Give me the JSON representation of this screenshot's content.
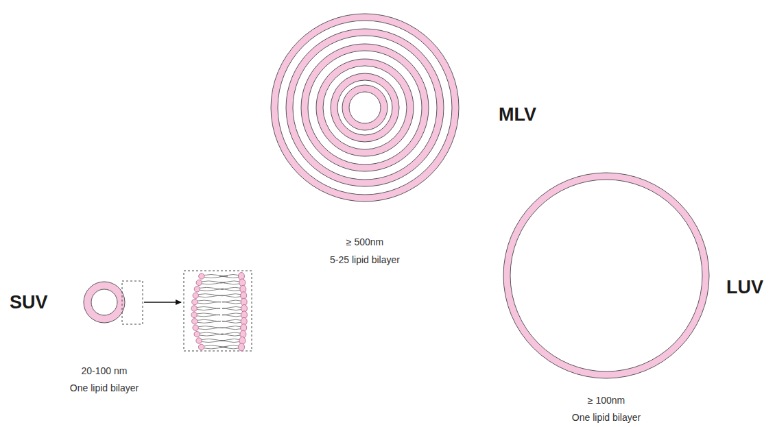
{
  "diagram": {
    "labels": [
      "MLV",
      "≥ 500nm",
      "5-25 lipid bilayer",
      "SUV",
      "20-100 nm",
      "One lipid bilayer",
      "LUV",
      "≥ 100nm",
      "One lipid bilayer"
    ]
  }
}
